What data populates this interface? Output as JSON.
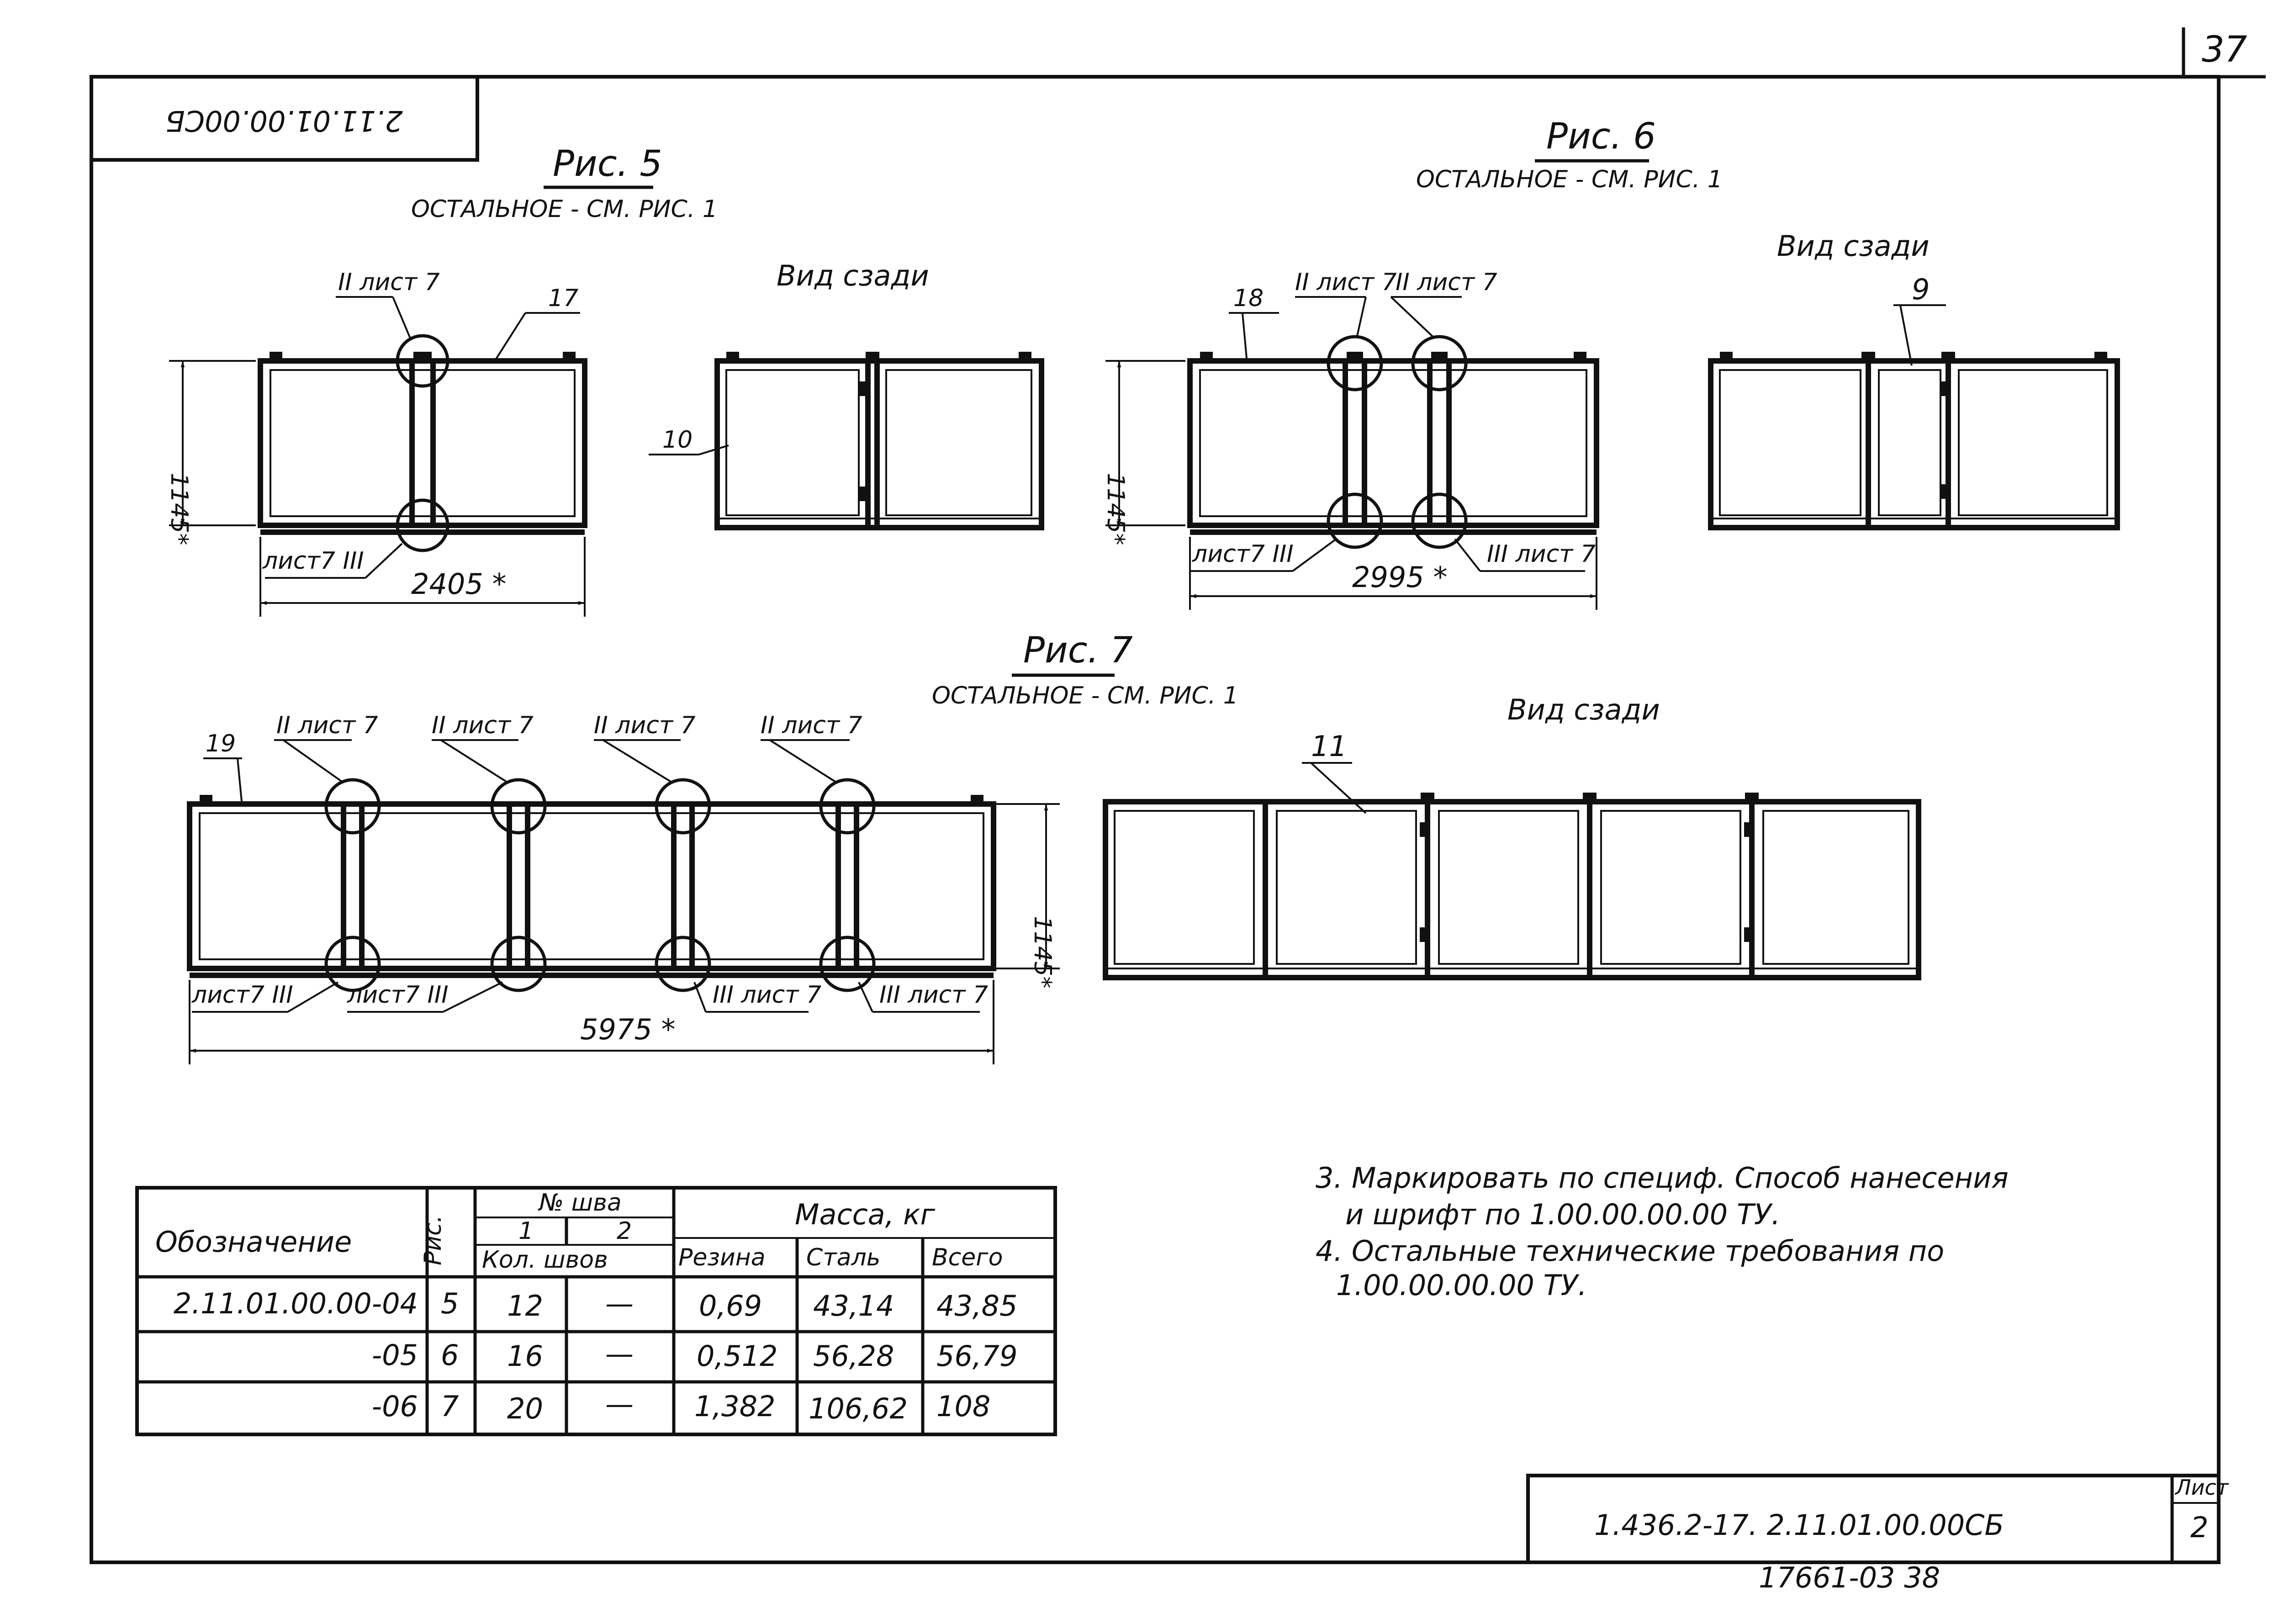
{
  "sheet": {
    "page_number": "37",
    "corner_code": "2.11.01.00.00СБ",
    "sheet_label": "Лист",
    "sheet_number": "2",
    "doc_code": "1.436.2-17.  2.11.01.00.00СБ",
    "stamp_code": "17661-03 38"
  },
  "fig5": {
    "title": "Рис. 5",
    "subtitle": "ОСТАЛЬНОЕ - СМ. РИС. 1",
    "rear_title": "Вид сзади",
    "callout_top": "II лист 7",
    "callout_bottom": "лист7 III",
    "pos_frame": "17",
    "pos_rear": "10",
    "dim_height": "1145*",
    "dim_width": "2405 *"
  },
  "fig6": {
    "title": "Рис. 6",
    "subtitle": "ОСТАЛЬНОЕ - СМ. РИС. 1",
    "rear_title": "Вид сзади",
    "callout_top_1": "II лист 7",
    "callout_top_2": "II лист 7",
    "callout_bottom_1": "лист7 III",
    "callout_bottom_2": "III лист 7",
    "pos_frame": "18",
    "pos_rear": "9",
    "dim_height": "1145*",
    "dim_width": "2995 *"
  },
  "fig7": {
    "title": "Рис. 7",
    "subtitle": "ОСТАЛЬНОЕ - СМ. РИС. 1",
    "rear_title": "Вид сзади",
    "callout_top_1": "II лист 7",
    "callout_top_2": "II лист 7",
    "callout_top_3": "II лист 7",
    "callout_top_4": "II лист 7",
    "callout_bottom_1": "лист7 III",
    "callout_bottom_2": "лист7 III",
    "callout_bottom_3": "III лист 7",
    "callout_bottom_4": "III лист 7",
    "pos_frame": "19",
    "pos_rear": "11",
    "dim_height": "1145*",
    "dim_width": "5975 *"
  },
  "notes": {
    "n3_line1": "3. Маркировать  по  специф. Способ  нанесения",
    "n3_line2": "и  шрифт  по    1.00.00.00.00 ТУ.",
    "n4_line1": "4. Остальные  технические  требования  по",
    "n4_line2": "1.00.00.00.00 ТУ."
  },
  "table": {
    "headers": {
      "designation": "Обозначение",
      "fig": "Рис.",
      "weld_no": "№ шва",
      "weld_1": "1",
      "weld_2": "2",
      "weld_count": "Кол. швов",
      "mass": "Масса, кг",
      "rubber": "Резина",
      "steel": "Сталь",
      "total": "Всего"
    },
    "rows": [
      {
        "designation": "2.11.01.00.00-04",
        "fig": "5",
        "weld1": "12",
        "weld2": "—",
        "rubber": "0,69",
        "steel": "43,14",
        "total": "43,85"
      },
      {
        "designation": "-05",
        "fig": "6",
        "weld1": "16",
        "weld2": "—",
        "rubber": "0,512",
        "steel": "56,28",
        "total": "56,79"
      },
      {
        "designation": "-06",
        "fig": "7",
        "weld1": "20",
        "weld2": "—",
        "rubber": "1,382",
        "steel": "106,62",
        "total": "108"
      }
    ]
  }
}
